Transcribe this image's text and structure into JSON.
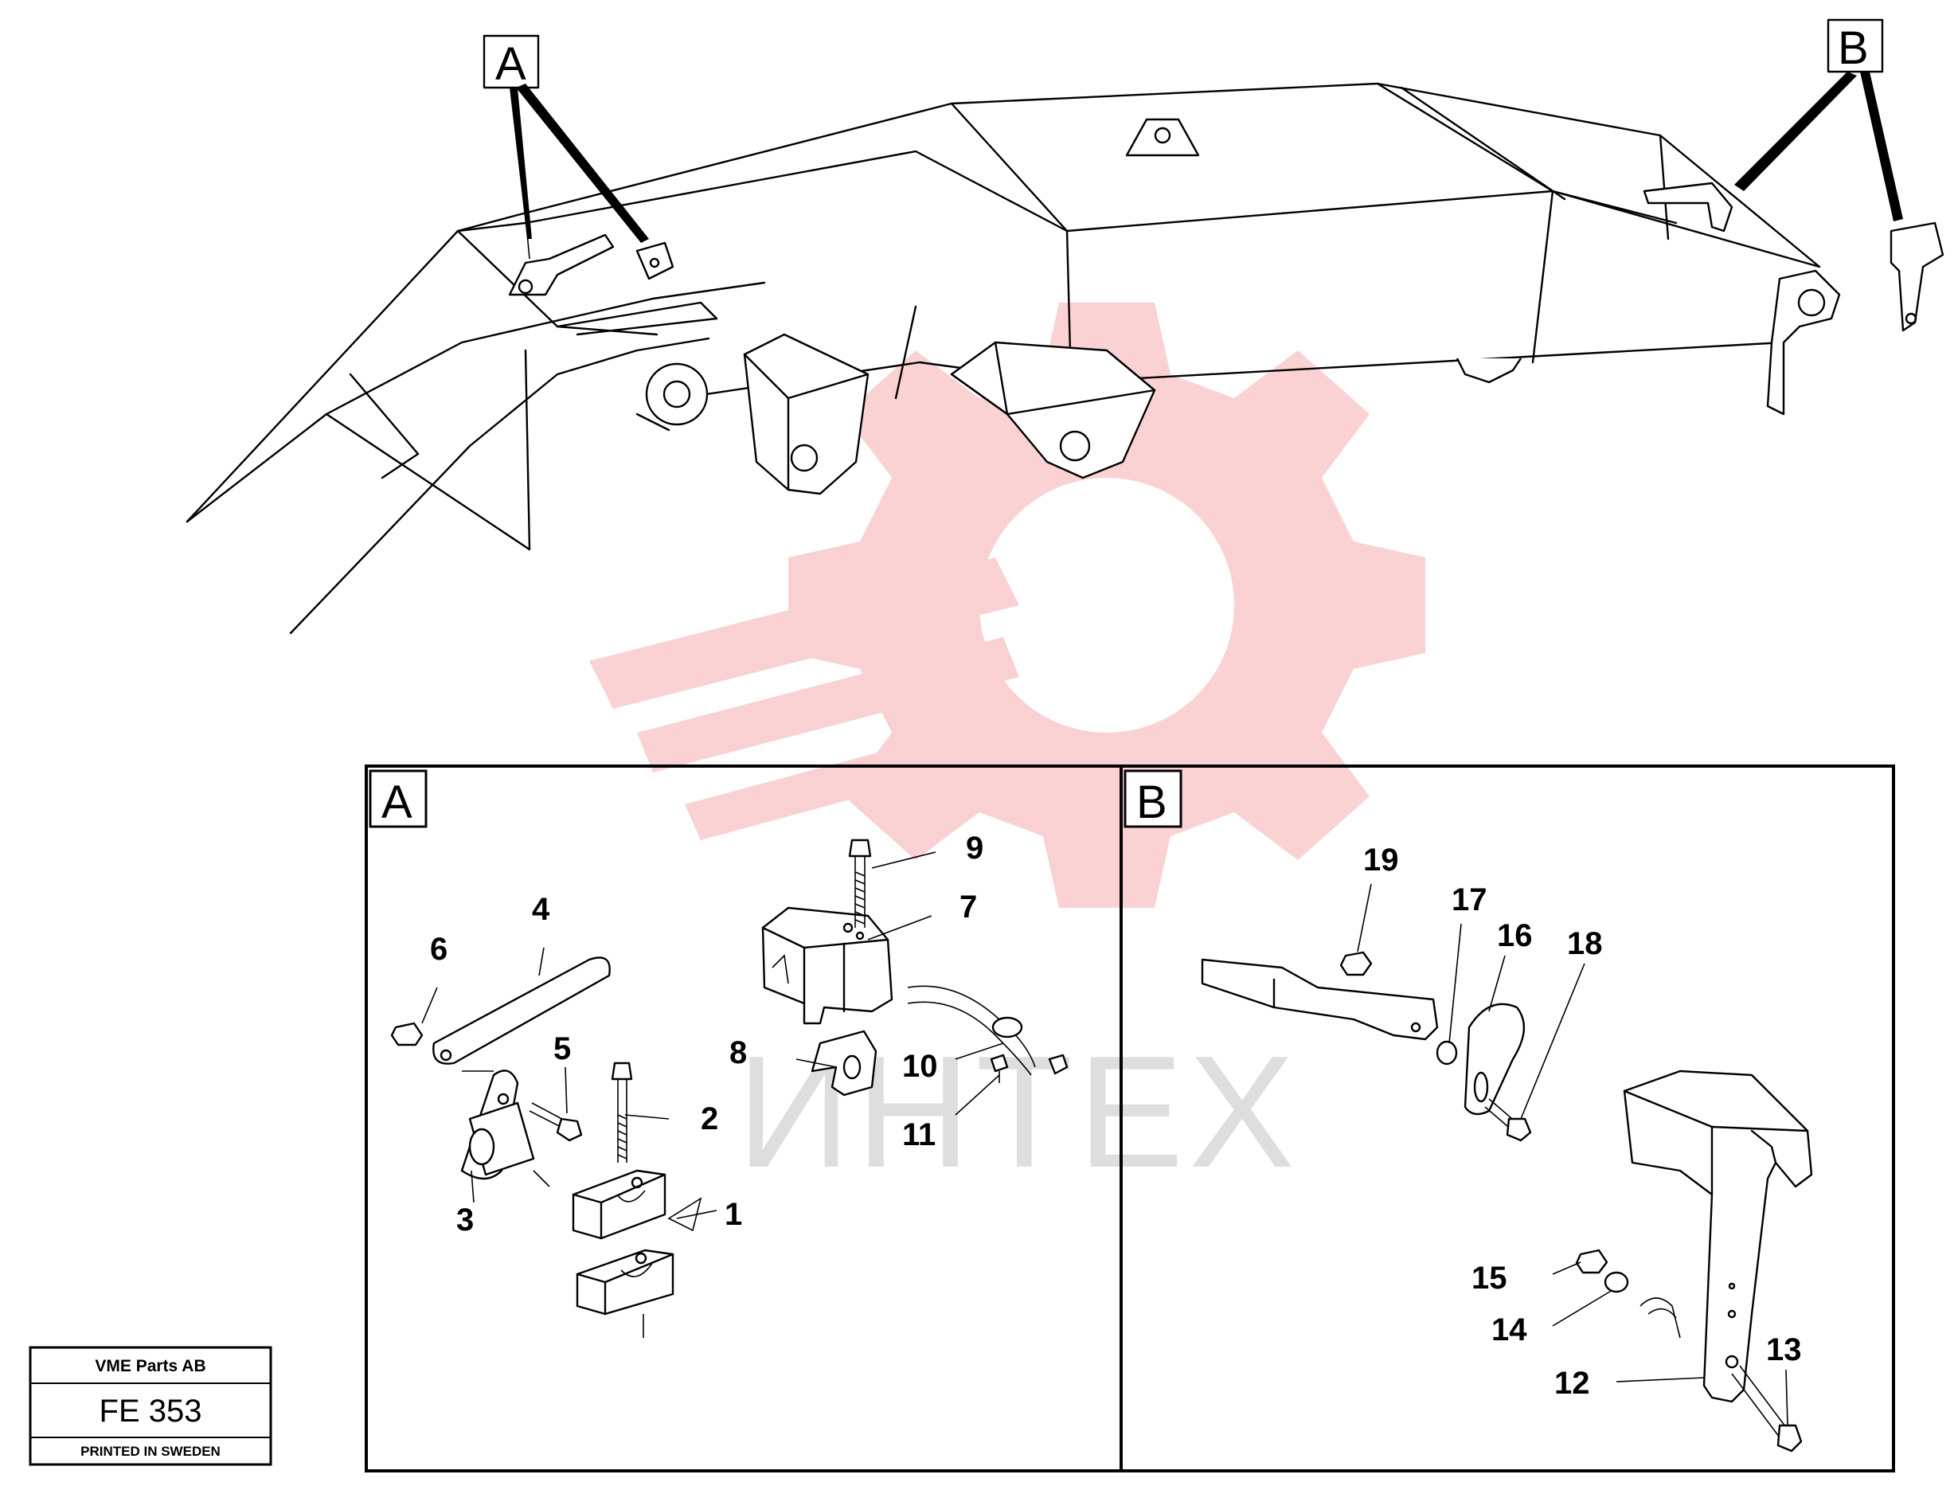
{
  "overview": {
    "callout_a": "A",
    "callout_b": "B"
  },
  "detail_a": {
    "letter": "A",
    "labels": [
      "1",
      "2",
      "3",
      "4",
      "5",
      "6",
      "7",
      "8",
      "9",
      "10",
      "11"
    ]
  },
  "detail_b": {
    "letter": "B",
    "labels": [
      "12",
      "13",
      "14",
      "15",
      "16",
      "17",
      "18",
      "19"
    ]
  },
  "title_block": {
    "company": "VME Parts AB",
    "code": "FE 353",
    "footer": "PRINTED IN SWEDEN"
  },
  "watermark": {
    "text": "ИНТЕХ",
    "color": "#e8333a"
  }
}
